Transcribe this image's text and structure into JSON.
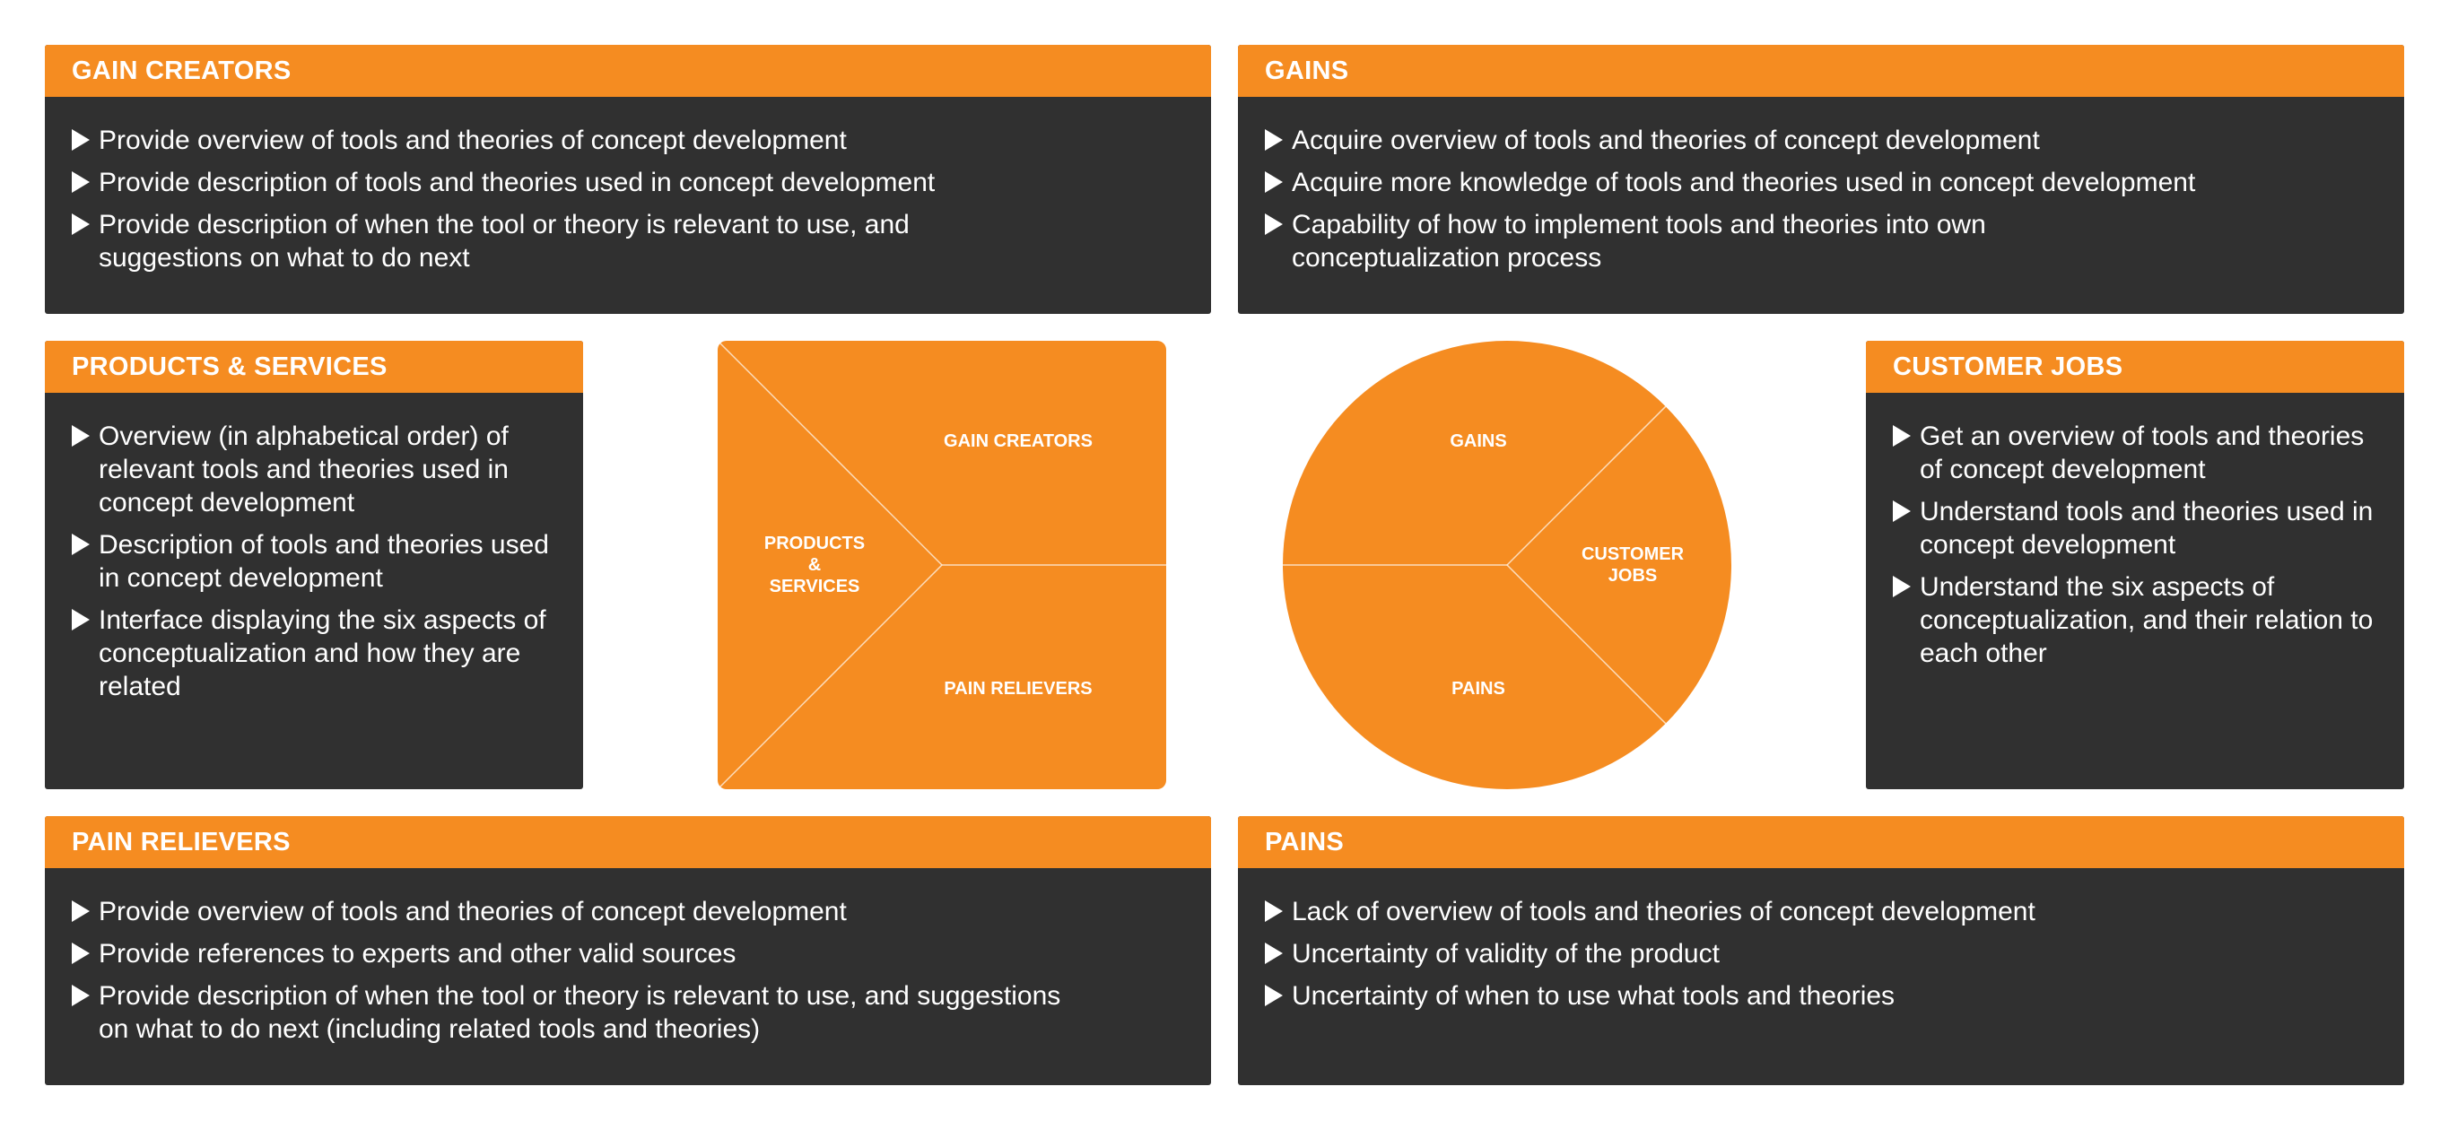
{
  "colors": {
    "orange": "#f58c21",
    "dark": "#303030",
    "text": "#ffffff"
  },
  "gain_creators": {
    "title": "GAIN CREATORS",
    "items": [
      "Provide overview of tools and theories of concept development",
      "Provide description of tools and theories used in concept development",
      "Provide description of when the tool or theory is relevant to use, and suggestions on what to do next"
    ]
  },
  "gains": {
    "title": "GAINS",
    "items": [
      "Acquire overview of tools and theories of concept development",
      "Acquire more knowledge of tools and theories used in concept development",
      "Capability of how to implement tools and theories into own conceptualization process"
    ]
  },
  "products_services": {
    "title": "PRODUCTS & SERVICES",
    "items": [
      "Overview (in alphabetical order) of relevant tools and theories used in concept development",
      "Description of tools and theories used in concept development",
      "Interface displaying the six aspects of conceptualization and how they are related"
    ]
  },
  "customer_jobs": {
    "title": "CUSTOMER JOBS",
    "items": [
      "Get an overview of tools and theories of concept development",
      "Understand tools and theories used in concept development",
      "Understand the six aspects of conceptualization, and their relation to each other"
    ]
  },
  "pain_relievers": {
    "title": "PAIN RELIEVERS",
    "items": [
      "Provide overview of tools and theories of concept development",
      "Provide references to experts and other valid sources",
      "Provide description of when the tool or theory is relevant to use, and suggestions on what to do next (including related tools and theories)"
    ]
  },
  "pains": {
    "title": "PAINS",
    "items": [
      "Lack of overview of tools and theories of concept development",
      "Uncertainty of validity of the product",
      "Uncertainty of when to use what tools and theories"
    ]
  },
  "value_map": {
    "products_services_line1": "PRODUCTS",
    "products_services_line2": "&",
    "products_services_line3": "SERVICES",
    "gain_creators": "GAIN CREATORS",
    "pain_relievers": "PAIN RELIEVERS"
  },
  "customer_profile": {
    "gains": "GAINS",
    "customer_jobs_line1": "CUSTOMER",
    "customer_jobs_line2": "JOBS",
    "pains": "PAINS"
  }
}
